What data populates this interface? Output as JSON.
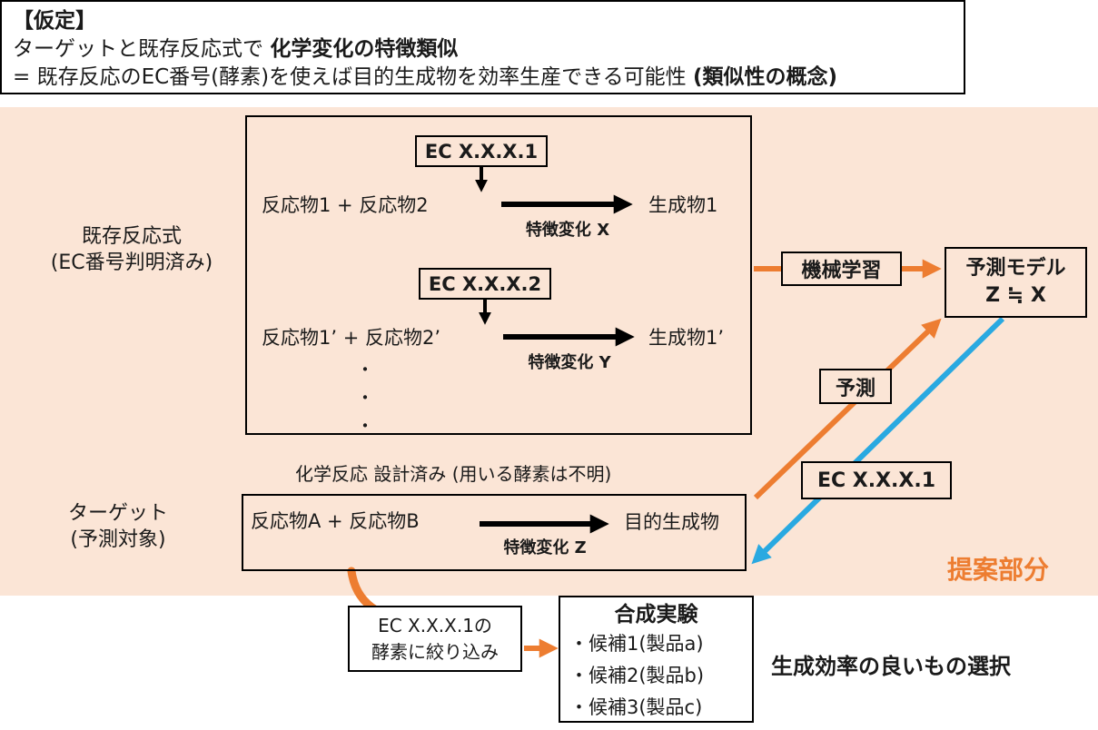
{
  "colors": {
    "band_background": "#FBE5D6",
    "accent_orange": "#ED7D31",
    "accent_blue": "#29A9E1",
    "line_black": "#000000"
  },
  "assumption": {
    "title": "【仮定】",
    "line2_regular": "ターゲットと既存反応式で ",
    "line2_bold": "化学変化の特徴類似",
    "line3_regular": "= 既存反応のEC番号(酵素)を使えば目的生成物を効率生産できる可能性 ",
    "line3_bold": "(類似性の概念)"
  },
  "left_labels": {
    "existing": {
      "line1": "既存反応式",
      "line2": "(EC番号判明済み)"
    },
    "target": {
      "line1": "ターゲット",
      "line2": "(予測対象)"
    }
  },
  "existing_reactions": {
    "reaction1": {
      "ec": "EC X.X.X.1",
      "reactants": "反応物1 + 反応物2",
      "product": "生成物1",
      "feature": "特徴変化 X"
    },
    "reaction2": {
      "ec": "EC X.X.X.2",
      "reactants": "反応物1’ + 反応物2’",
      "product": "生成物1’",
      "feature": "特徴変化 Y"
    },
    "ellipsis": [
      "・",
      "・",
      "・"
    ]
  },
  "flow": {
    "ml_label": "機械学習",
    "model_line1": "予測モデル",
    "model_line2": "Z ≒ X",
    "predict_label": "予測",
    "ec_result": "EC X.X.X.1"
  },
  "target_reaction": {
    "note": "化学反応 設計済み (用いる酵素は不明)",
    "reactants": "反応物A + 反応物B",
    "product": "目的生成物",
    "feature": "特徴変化 Z"
  },
  "proposal_label": "提案部分",
  "bottom": {
    "filter_line1": "EC X.X.X.1の",
    "filter_line2": "酵素に絞り込み",
    "experiment_title": "合成実験",
    "candidates": [
      "・候補1(製品a)",
      "・候補2(製品b)",
      "・候補3(製品c)"
    ],
    "selection_note": "生成効率の良いもの選択"
  }
}
